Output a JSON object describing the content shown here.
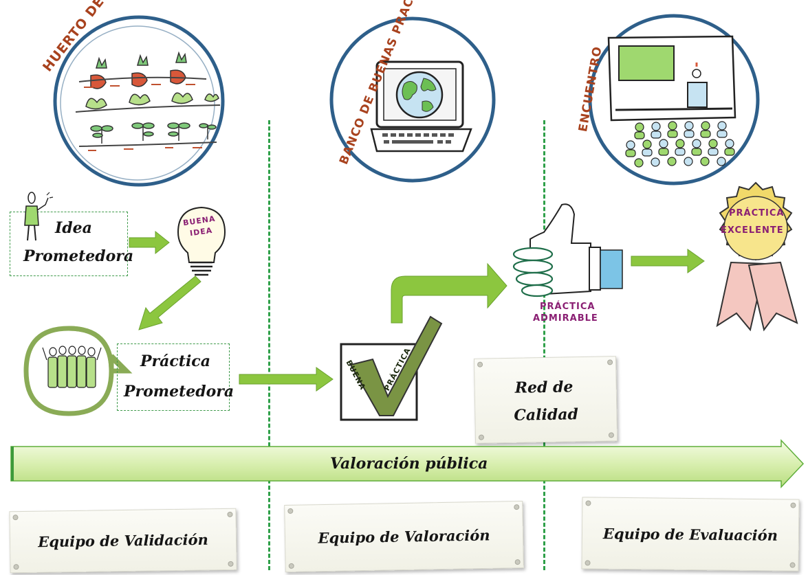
{
  "stages": {
    "huerto": {
      "title": "HUERTO DE IDEAS"
    },
    "banco": {
      "title": "BANCO DE BUENAS PRACTICAS"
    },
    "encuentro": {
      "title": "ENCUENTRO"
    }
  },
  "flow": {
    "idea_line1": "Idea",
    "idea_line2": "Prometedora",
    "bulb_line1": "BUENA",
    "bulb_line2": "IDEA",
    "practica_line1": "Práctica",
    "practica_line2": "Prometedora",
    "check_line1": "BUENA",
    "check_line2": "PRÁCTICA",
    "admirable_line1": "PRÁCTICA",
    "admirable_line2": "ADMIRABLE",
    "excelente_line1": "PRÁCTICA",
    "excelente_line2": "EXCELENTE",
    "red_line1": "Red de",
    "red_line2": "Calidad"
  },
  "valoracion_publica": "Valoración pública",
  "teams": [
    {
      "label": "Equipo de Validación"
    },
    {
      "label": "Equipo de Valoración"
    },
    {
      "label": "Equipo de Evaluación"
    }
  ],
  "colors": {
    "arrow_green": "#8cc63f",
    "dashed_green": "#2fa049",
    "circle_blue": "#2e5f8a",
    "title_red": "#a8421e",
    "label_purple": "#8a1f73",
    "medal_gold": "#f1d96a"
  }
}
